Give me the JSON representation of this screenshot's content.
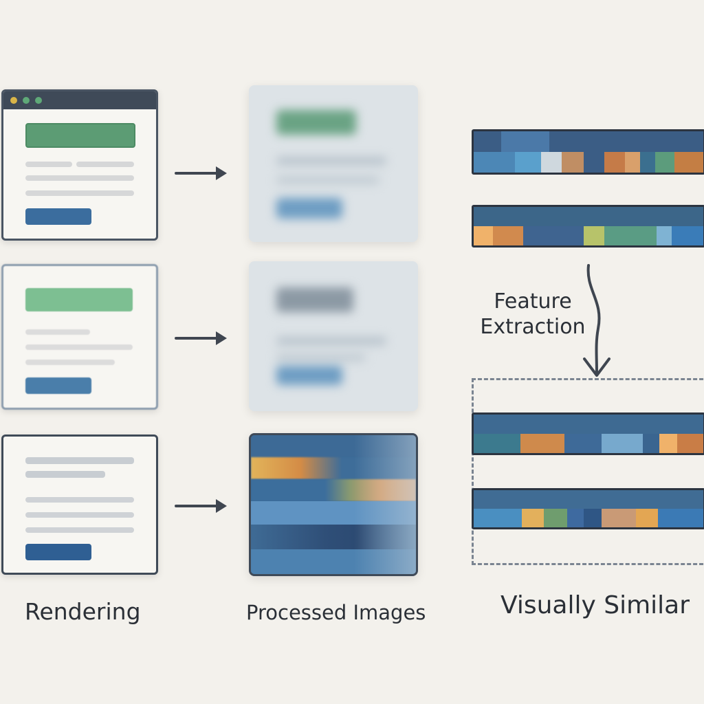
{
  "columns": {
    "rendering": "Rendering",
    "processed": "Processed Images",
    "similar": "Visually Similar"
  },
  "feature_label": [
    "Feature",
    "Extraction"
  ],
  "colors": {
    "background": "#f3f1ec",
    "green": "#5c9c74",
    "blue_button": "#3b6d9e",
    "navy": "#3b5d85",
    "steel": "#4c87b6",
    "orange": "#c4844f",
    "amber": "#e0a35c",
    "dashed_border": "#7a8491"
  },
  "icons": [
    "arrow-right-icon",
    "curved-arrow-down-icon",
    "window-dots-icon"
  ]
}
